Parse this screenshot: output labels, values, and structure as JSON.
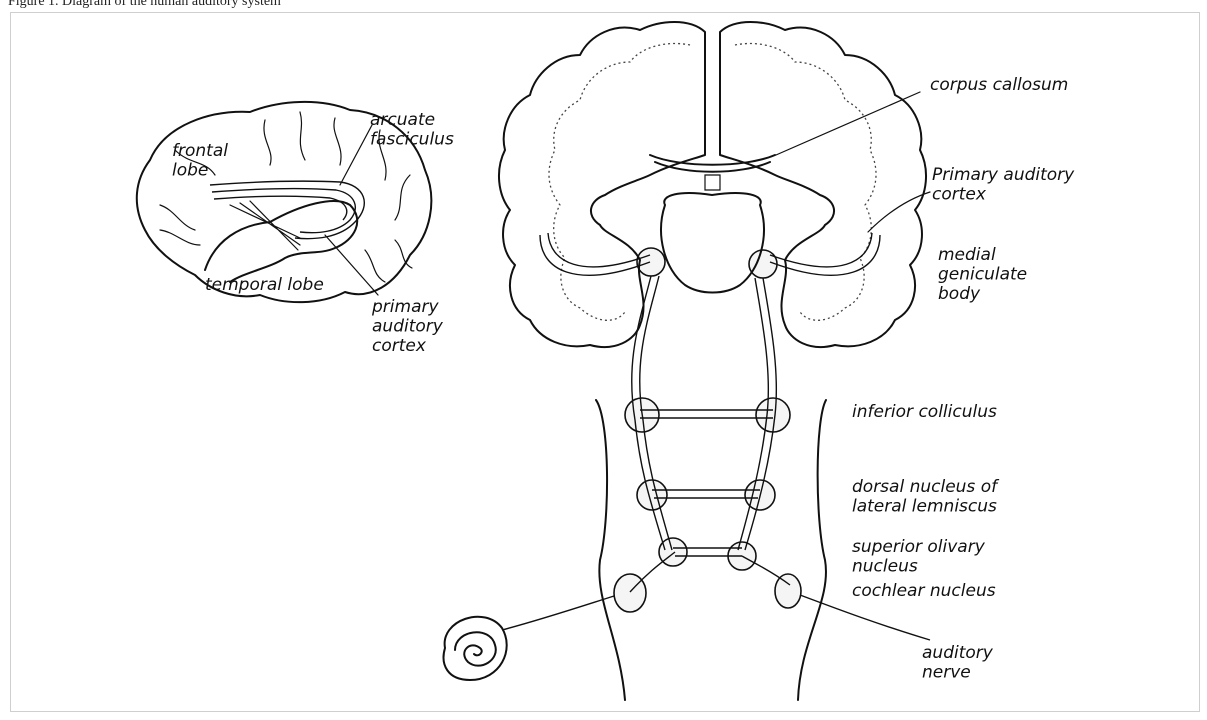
{
  "caption": "Figure 1. Diagram of the human auditory system",
  "labels": {
    "arcuate_fasciculus": "arcuate fasciculus",
    "frontal_lobe": "frontal lobe",
    "temporal_lobe": "temporal lobe",
    "primary_auditory_cortex_left": "primary auditory cortex",
    "corpus_callosum": "corpus callosum",
    "primary_auditory_cortex_right": "Primary auditory cortex",
    "medial_geniculate_body": "medial geniculate body",
    "inferior_colliculus": "inferior colliculus",
    "dorsal_nucleus": "dorsal nucleus of lateral lemniscus",
    "superior_olivary": "superior olivary nucleus",
    "cochlear_nucleus": "cochlear nucleus",
    "auditory_nerve": "auditory nerve"
  }
}
